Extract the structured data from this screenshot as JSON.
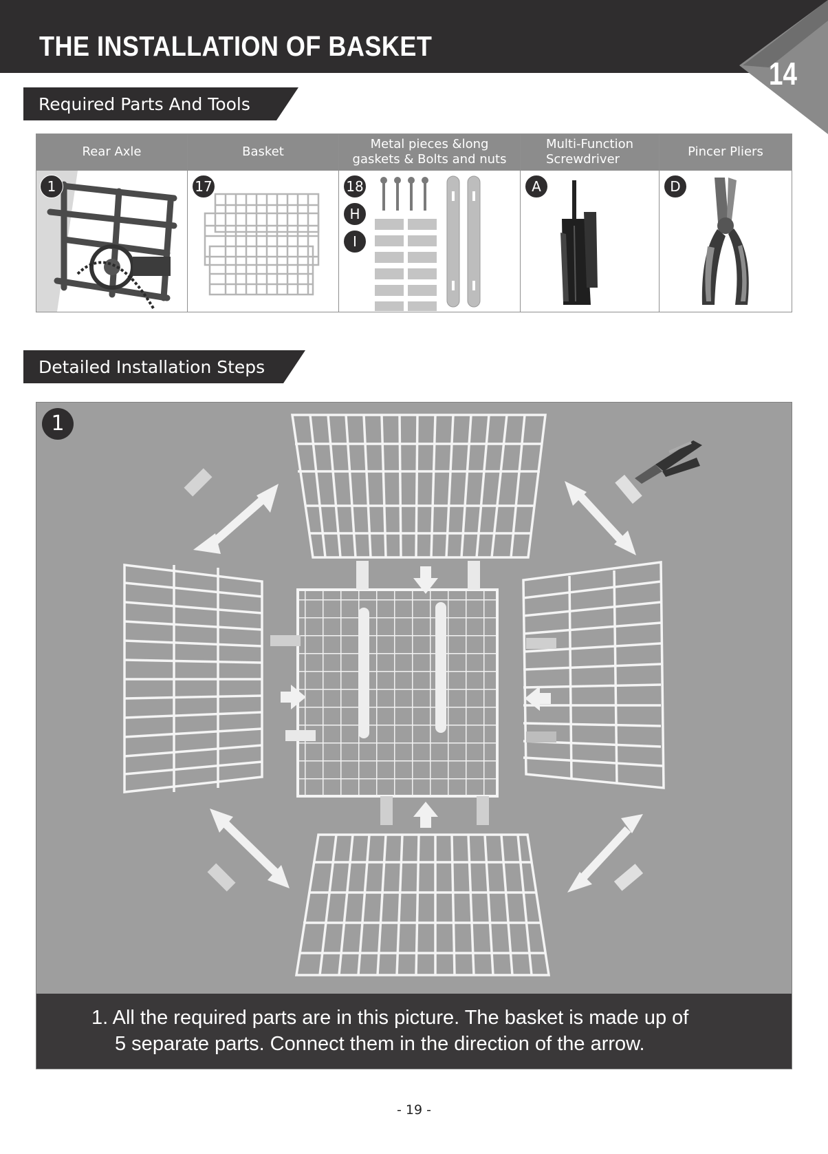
{
  "header": {
    "title": "THE INSTALLATION OF BASKET",
    "chapter_number": "14"
  },
  "sections": {
    "required": "Required Parts And Tools",
    "steps": "Detailed Installation Steps"
  },
  "parts_table": {
    "columns": [
      {
        "header": "Rear Axle",
        "badges": [
          "1"
        ],
        "icon": "rear-axle-photo"
      },
      {
        "header": "Basket",
        "badges": [
          "17"
        ],
        "icon": "wire-basket-photo"
      },
      {
        "header_line1": "Metal pieces &long",
        "header_line2": "gaskets & Bolts and nuts",
        "badges": [
          "18",
          "H",
          "I"
        ],
        "icon": "bolts-gaskets-photo"
      },
      {
        "header_line1": "Multi-Function",
        "header_line2": "Screwdriver",
        "badges": [
          "A"
        ],
        "icon": "multi-tool-photo"
      },
      {
        "header": "Pincer Pliers",
        "badges": [
          "D"
        ],
        "icon": "pliers-photo"
      }
    ]
  },
  "step": {
    "number": "1",
    "caption_line1": "1. All the required parts are in this picture. The basket is made up of",
    "caption_line2": "5 separate parts. Connect them in the direction of the arrow."
  },
  "footer": {
    "page_number": "- 19 -"
  }
}
